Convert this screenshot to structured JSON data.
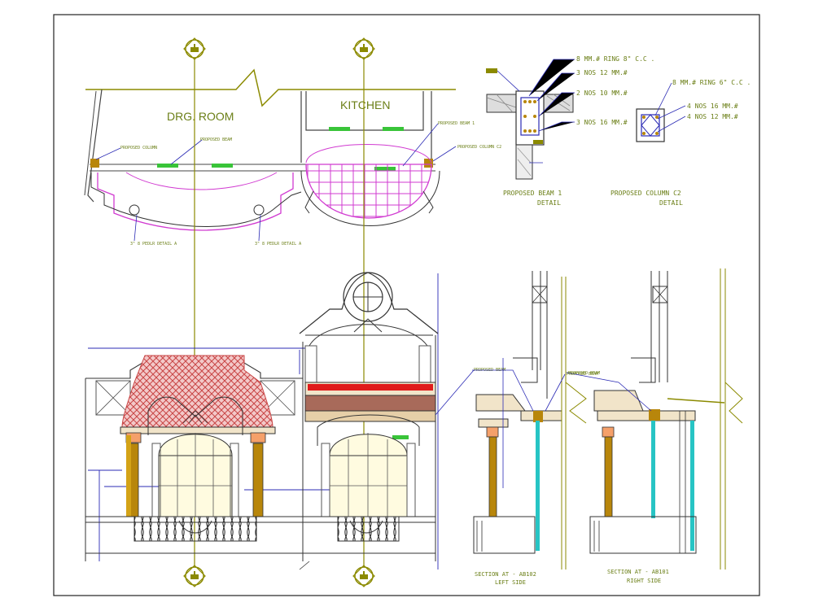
{
  "plan": {
    "room_left": "DRG. ROOM",
    "room_right": "KITCHEN",
    "label_proposed_column": "PROPOSED COLUMN",
    "label_proposed_beam": "PROPOSED BEAM",
    "label_proposed_beam_1": "PROPOSED BEAM 1",
    "label_proposed_column_c2": "PROPOSED COLUMN C2",
    "label_pedlr_left": "3\" 8 PEDLR DETAIL A",
    "label_pedlr_right": "3\" 8 PEDLR DETAIL A"
  },
  "details": {
    "beam": {
      "ring": "8 MM.# RING 8\" C.C .",
      "top_bars": "3 NOS 12 MM.#",
      "mid_bars": "2 NOS 10 MM.#",
      "bottom_bars": "3 NOS 16 MM.#",
      "title_line1": "PROPOSED BEAM 1",
      "title_line2": "DETAIL"
    },
    "column": {
      "ring": "8 MM.# RING 6\" C.C .",
      "bars_a": "4 NOS 16 MM.#",
      "bars_b": "4 NOS 12 MM.#",
      "title_line1": "PROPOSED COLUMN C2",
      "title_line2": "DETAIL"
    }
  },
  "elevation": {
    "label_proposed_beam": "PROPOSED BEAM"
  },
  "sections": {
    "left": {
      "label_proposed_beam": "PROPOSED BEAM",
      "title_line1": "SECTION AT - AB102",
      "title_line2": "LEFT SIDE"
    },
    "right": {
      "label_proposed_beam": "PROPOSED BEAM",
      "title_line1": "SECTION AT - AB101",
      "title_line2": "RIGHT SIDE"
    }
  },
  "colors": {
    "olive": "#8b8a00",
    "olive_dark": "#6b7f17",
    "magenta": "#d13bd1",
    "brick": "#cc4444",
    "gold": "#b8860b",
    "blue": "#2b2bb5",
    "green": "#39c439",
    "cyan": "#27c4c4",
    "red": "#e01b1b"
  }
}
